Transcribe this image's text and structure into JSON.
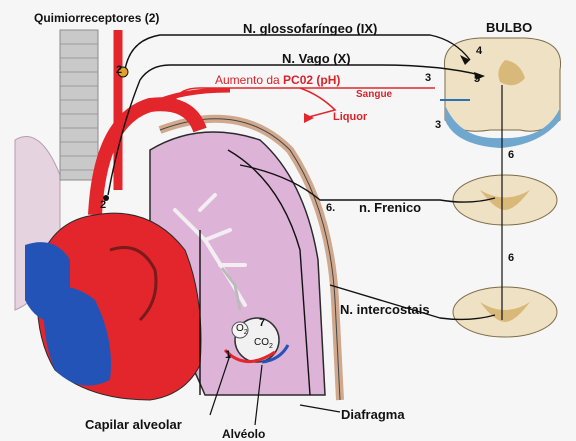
{
  "labels": {
    "chemoreceptors": "Quimiorreceptores (2)",
    "glossopharyngeal": "N. glossofaríngeo (IX)",
    "bulbo": "BULBO",
    "vagus": "N. Vago (X)",
    "pco2_prefix": "Aumento da ",
    "pco2_bold": "PC02  (pH)",
    "sangue": "Sangue",
    "liquor": "Liquor",
    "phrenic_num": "6.",
    "phrenic": "n. Frenico",
    "intercostal": "N. intercostais",
    "capillary": "Capilar alveolar",
    "alveolus": "Alvéolo",
    "diaphragm": "Diafragma",
    "o2_base": "O",
    "o2_sub": "2",
    "co2": "CO",
    "co2_sub": "2"
  },
  "numbers": {
    "n2_top": "2",
    "n2_low": "2",
    "n4": "4",
    "n5": "5",
    "n3_top": "3",
    "n3_low": "3",
    "n6_top": "6",
    "n6_low": "6",
    "n7": "7",
    "n1": "1"
  },
  "colors": {
    "artery": "#e2262b",
    "vein": "#2453b8",
    "lung": "#ddb3d8",
    "nerve": "#111111",
    "cord_tan": "#efe1c3"
  }
}
